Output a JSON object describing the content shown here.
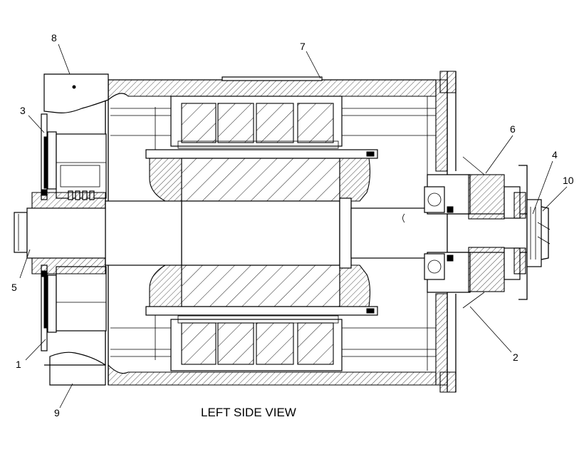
{
  "figure": {
    "title": "LEFT SIDE VIEW",
    "callouts": [
      {
        "id": "c8",
        "label": "8"
      },
      {
        "id": "c7",
        "label": "7"
      },
      {
        "id": "c3",
        "label": "3"
      },
      {
        "id": "c6",
        "label": "6"
      },
      {
        "id": "c4",
        "label": "4"
      },
      {
        "id": "c10",
        "label": "10"
      },
      {
        "id": "c5",
        "label": "5"
      },
      {
        "id": "c1",
        "label": "1"
      },
      {
        "id": "c2",
        "label": "2"
      },
      {
        "id": "c9",
        "label": "9"
      }
    ]
  }
}
